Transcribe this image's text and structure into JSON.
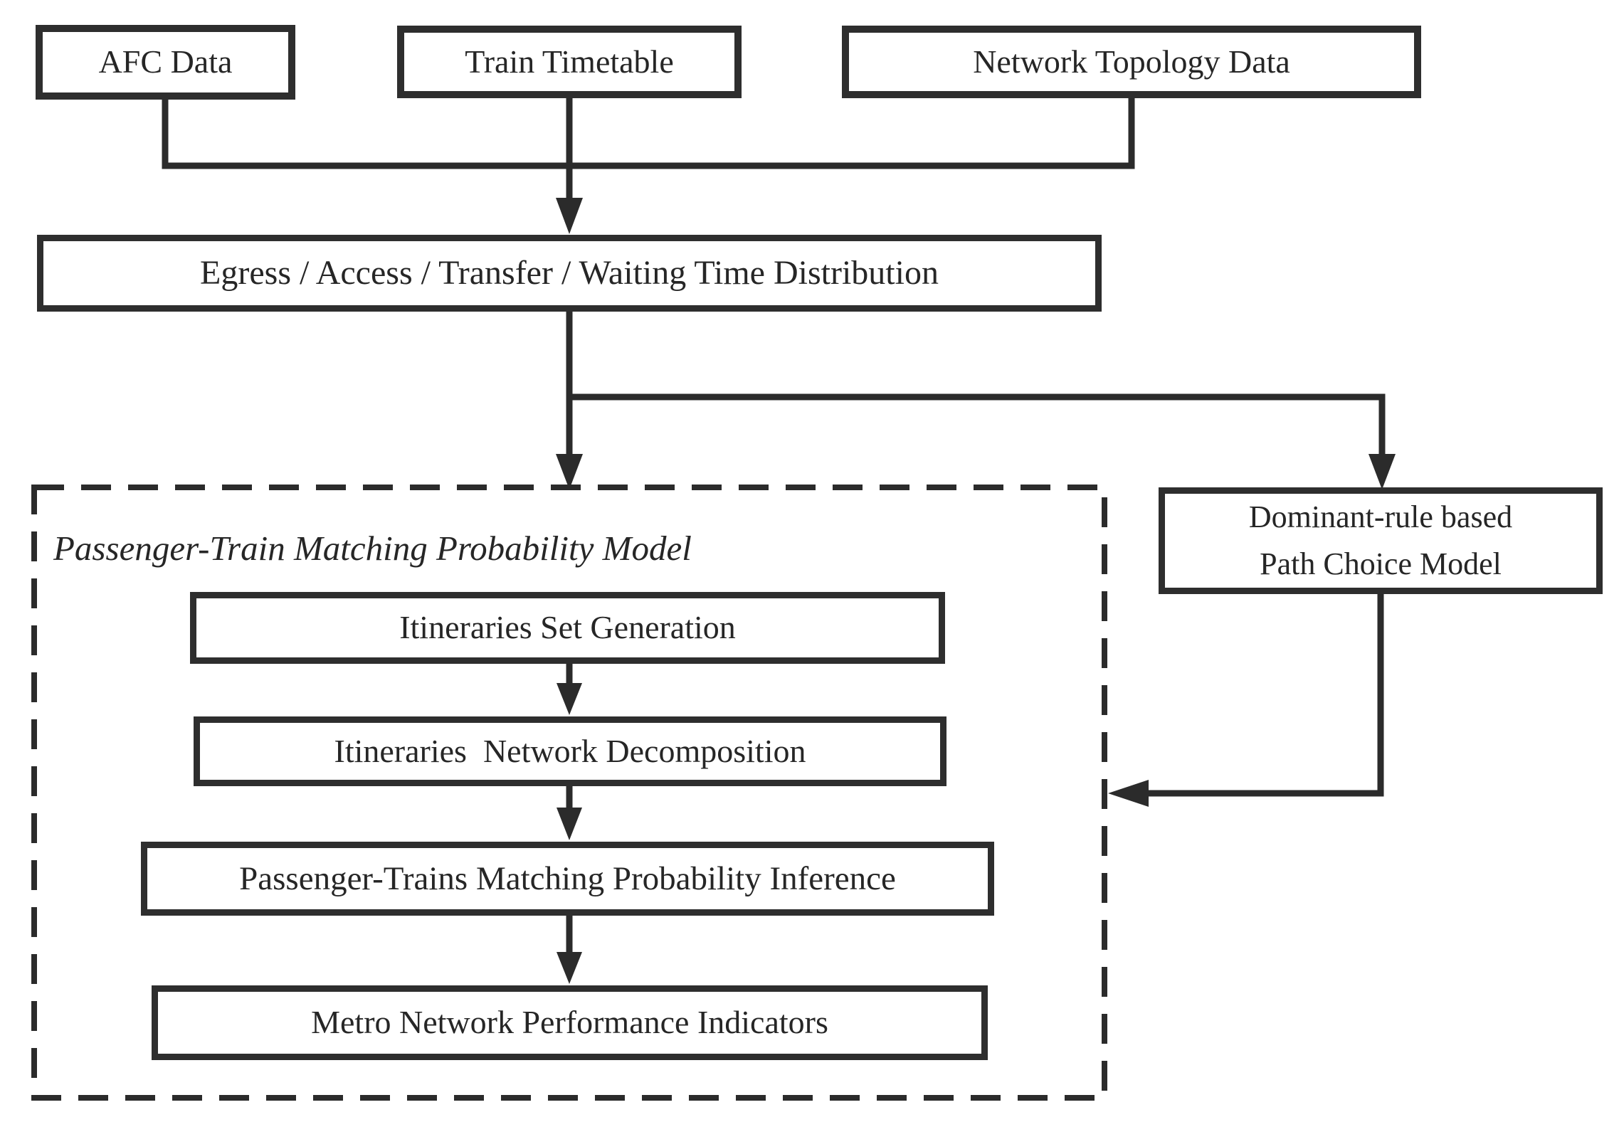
{
  "diagram": {
    "container_title": "Passenger-Train Matching Probability Model",
    "nodes": {
      "afc": {
        "label": "AFC Data"
      },
      "timetable": {
        "label": "Train Timetable"
      },
      "topology": {
        "label": "Network Topology Data"
      },
      "distribution": {
        "label": "Egress / Access / Transfer / Waiting Time Distribution"
      },
      "dominant": {
        "label_line1": "Dominant-rule based",
        "label_line2": "Path Choice Model"
      },
      "itineraries_set": {
        "label": "Itineraries Set Generation"
      },
      "itineraries_decomp": {
        "label": "Itineraries  Network Decomposition"
      },
      "inference": {
        "label": "Passenger-Trains Matching Probability Inference"
      },
      "indicators": {
        "label": "Metro Network Performance Indicators"
      }
    },
    "colors": {
      "ink": "#2b2b2b",
      "text": "#262626",
      "background": "#ffffff"
    }
  }
}
